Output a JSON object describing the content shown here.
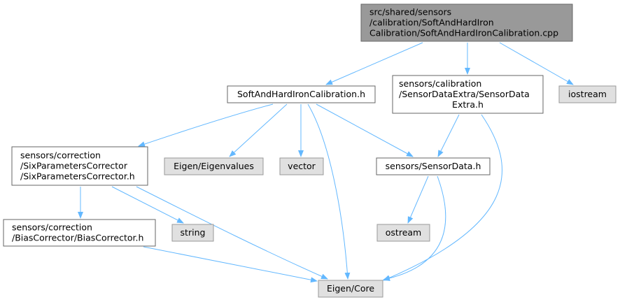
{
  "colors": {
    "root_fill": "#999999",
    "root_stroke": "#666666",
    "file_fill": "#ffffff",
    "file_stroke": "#666666",
    "system_fill": "#e0e0e0",
    "system_stroke": "#999999",
    "edge": "#63b8ff"
  },
  "nodes": [
    {
      "id": "root",
      "kind": "root",
      "lines": [
        "src/shared/sensors",
        "/calibration/SoftAndHardIron",
        "Calibration/SoftAndHardIronCalibration.cpp"
      ]
    },
    {
      "id": "soft_h",
      "kind": "file",
      "lines": [
        "SoftAndHardIronCalibration.h"
      ]
    },
    {
      "id": "extra_h",
      "kind": "file",
      "lines": [
        "sensors/calibration",
        "/SensorDataExtra/SensorData",
        "Extra.h"
      ]
    },
    {
      "id": "iostream",
      "kind": "system",
      "lines": [
        "iostream"
      ]
    },
    {
      "id": "six_h",
      "kind": "file",
      "lines": [
        "sensors/correction",
        "/SixParametersCorrector",
        "/SixParametersCorrector.h"
      ]
    },
    {
      "id": "eigenvalues",
      "kind": "system",
      "lines": [
        "Eigen/Eigenvalues"
      ]
    },
    {
      "id": "vector",
      "kind": "system",
      "lines": [
        "vector"
      ]
    },
    {
      "id": "sensordata_h",
      "kind": "file",
      "lines": [
        "sensors/SensorData.h"
      ]
    },
    {
      "id": "bias_h",
      "kind": "file",
      "lines": [
        "sensors/correction",
        "/BiasCorrector/BiasCorrector.h"
      ]
    },
    {
      "id": "string",
      "kind": "system",
      "lines": [
        "string"
      ]
    },
    {
      "id": "ostream",
      "kind": "system",
      "lines": [
        "ostream"
      ]
    },
    {
      "id": "eigen_core",
      "kind": "system",
      "lines": [
        "Eigen/Core"
      ]
    }
  ],
  "edges": [
    {
      "from": "root",
      "to": "soft_h"
    },
    {
      "from": "root",
      "to": "extra_h"
    },
    {
      "from": "root",
      "to": "iostream"
    },
    {
      "from": "soft_h",
      "to": "six_h"
    },
    {
      "from": "soft_h",
      "to": "eigenvalues"
    },
    {
      "from": "soft_h",
      "to": "vector"
    },
    {
      "from": "soft_h",
      "to": "sensordata_h"
    },
    {
      "from": "soft_h",
      "to": "eigen_core"
    },
    {
      "from": "extra_h",
      "to": "sensordata_h"
    },
    {
      "from": "extra_h",
      "to": "eigen_core"
    },
    {
      "from": "six_h",
      "to": "bias_h"
    },
    {
      "from": "six_h",
      "to": "string"
    },
    {
      "from": "six_h",
      "to": "eigen_core"
    },
    {
      "from": "sensordata_h",
      "to": "ostream"
    },
    {
      "from": "sensordata_h",
      "to": "eigen_core"
    },
    {
      "from": "bias_h",
      "to": "eigen_core"
    }
  ]
}
